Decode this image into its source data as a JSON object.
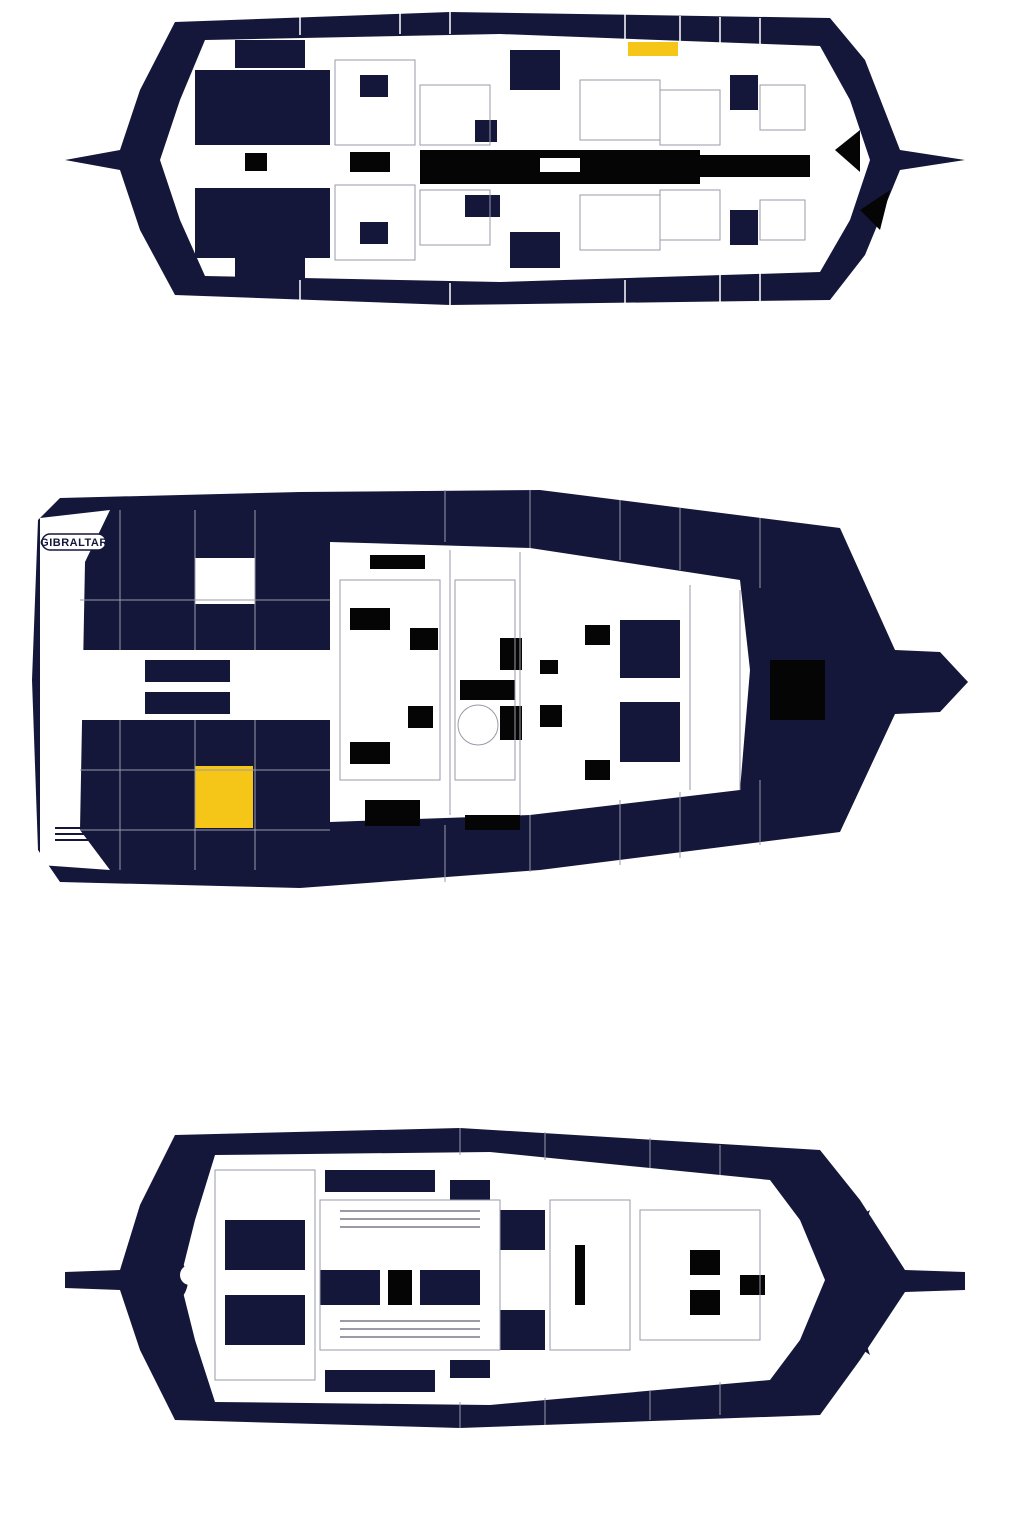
{
  "colors": {
    "navy": "#14173a",
    "white": "#ffffff",
    "accent_yellow": "#f5c518",
    "line_grey": "#9a9aa8",
    "black": "#050505"
  },
  "plans": [
    {
      "id": "top",
      "view": "deck-plan-upper"
    },
    {
      "id": "middle",
      "view": "deck-plan-main",
      "hull_marking": "GIBRALTAR"
    },
    {
      "id": "bottom",
      "view": "deck-plan-lower"
    }
  ]
}
